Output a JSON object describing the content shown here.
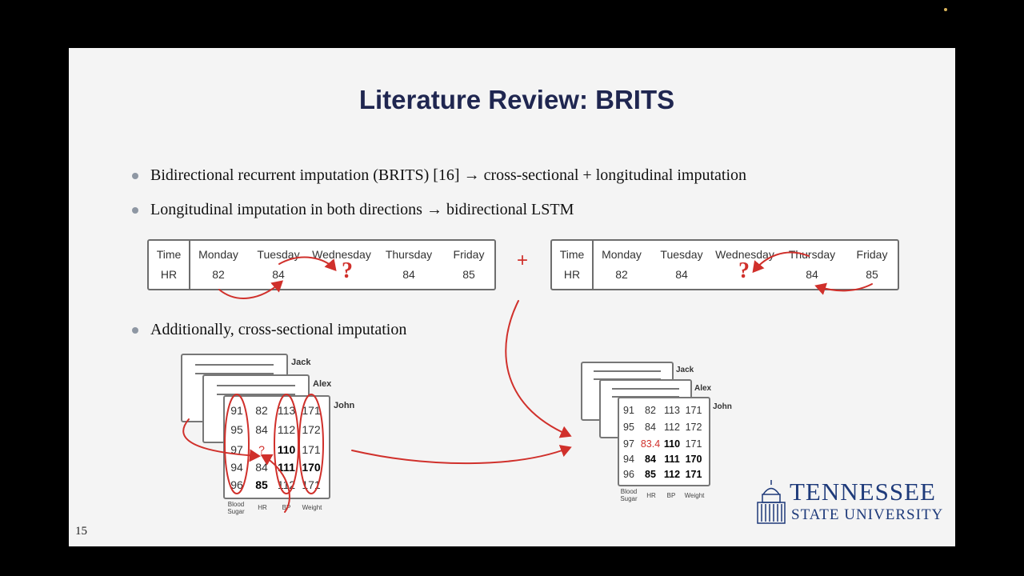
{
  "slide": {
    "title": "Literature Review: BRITS",
    "bullets": [
      "Bidirectional recurrent imputation (BRITS) [16] → cross-sectional + longitudinal imputation",
      "Longitudinal imputation in both directions → bidirectional LSTM",
      "Additionally, cross-sectional imputation"
    ],
    "page_number": "15",
    "plus_sign": "+",
    "longitudinal_table": {
      "row_headers": [
        "Time",
        "HR"
      ],
      "days": [
        "Monday",
        "Tuesday",
        "Wednesday",
        "Thursday",
        "Friday"
      ],
      "values": [
        "82",
        "84",
        "?",
        "84",
        "85"
      ]
    },
    "patients": [
      "Jack",
      "Alex",
      "John"
    ],
    "matrix_before": [
      [
        "91",
        "82",
        "113",
        "171"
      ],
      [
        "95",
        "84",
        "112",
        "172"
      ],
      [
        "97",
        "?",
        "110",
        "171"
      ],
      [
        "94",
        "84",
        "111",
        "170"
      ],
      [
        "96",
        "85",
        "112",
        "171"
      ]
    ],
    "matrix_after": [
      [
        "91",
        "82",
        "113",
        "171"
      ],
      [
        "95",
        "84",
        "112",
        "172"
      ],
      [
        "97",
        "83.4",
        "110",
        "171"
      ],
      [
        "94",
        "84",
        "111",
        "170"
      ],
      [
        "96",
        "85",
        "112",
        "171"
      ]
    ],
    "column_labels": [
      "Blood Sugar",
      "HR",
      "BP",
      "Weight"
    ],
    "logo": {
      "line1": "TENNESSEE",
      "line2": "STATE UNIVERSITY"
    },
    "colors": {
      "title": "#1f2650",
      "accent_red": "#d0302b",
      "logo_blue": "#1e3a7a",
      "bullet_dot": "#8e97a3"
    }
  }
}
